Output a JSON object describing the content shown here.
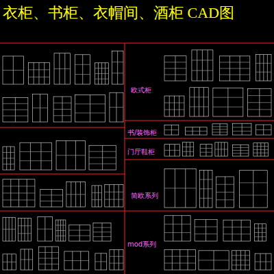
{
  "diagram": {
    "title": "衣柜、书柜、衣帽间、酒柜 CAD图",
    "labels": [
      "欧式柜",
      "书/装饰柜",
      "门厅鞋柜",
      "简欧系列",
      "mod系列"
    ]
  }
}
